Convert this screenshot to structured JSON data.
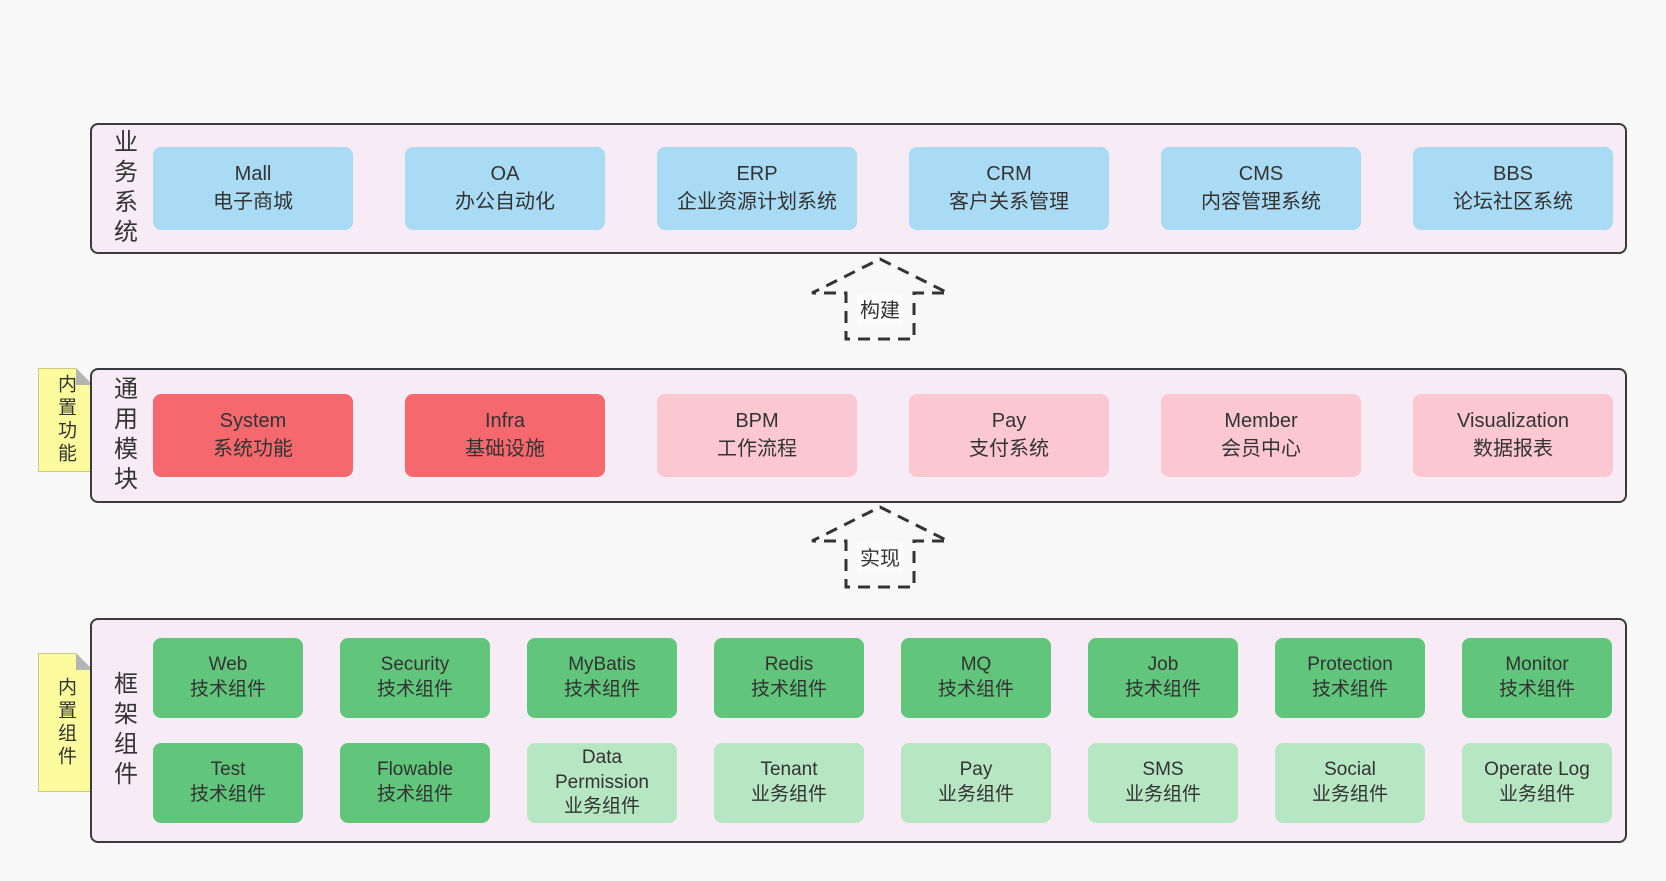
{
  "palette": {
    "page_bg": "#f8f8f8",
    "band_bg": "#f7ecf5",
    "band_border": "#3b3b3b",
    "blue_box": "#a9dbf5",
    "red_box": "#f5696e",
    "pink_box": "#fbc7d1",
    "green_box": "#61c57c",
    "light_green_box": "#b7e6c3",
    "sticky_yellow": "#fbfb9e",
    "sticky_fold": "#b4b4b4",
    "text": "#333333"
  },
  "bands": {
    "business": {
      "label": "业务系统",
      "boxes": [
        {
          "title": "Mall",
          "subtitle": "电子商城"
        },
        {
          "title": "OA",
          "subtitle": "办公自动化"
        },
        {
          "title": "ERP",
          "subtitle": "企业资源计划系统"
        },
        {
          "title": "CRM",
          "subtitle": "客户关系管理"
        },
        {
          "title": "CMS",
          "subtitle": "内容管理系统"
        },
        {
          "title": "BBS",
          "subtitle": "论坛社区系统"
        }
      ]
    },
    "modules": {
      "label": "通用模块",
      "sticky": "内置功能",
      "boxes": [
        {
          "title": "System",
          "subtitle": "系统功能"
        },
        {
          "title": "Infra",
          "subtitle": "基础设施"
        },
        {
          "title": "BPM",
          "subtitle": "工作流程"
        },
        {
          "title": "Pay",
          "subtitle": "支付系统"
        },
        {
          "title": "Member",
          "subtitle": "会员中心"
        },
        {
          "title": "Visualization",
          "subtitle": "数据报表"
        }
      ]
    },
    "framework": {
      "label": "框架组件",
      "sticky": "内置组件",
      "row1": [
        {
          "title": "Web",
          "subtitle": "技术组件"
        },
        {
          "title": "Security",
          "subtitle": "技术组件"
        },
        {
          "title": "MyBatis",
          "subtitle": "技术组件"
        },
        {
          "title": "Redis",
          "subtitle": "技术组件"
        },
        {
          "title": "MQ",
          "subtitle": "技术组件"
        },
        {
          "title": "Job",
          "subtitle": "技术组件"
        },
        {
          "title": "Protection",
          "subtitle": "技术组件"
        },
        {
          "title": "Monitor",
          "subtitle": "技术组件"
        }
      ],
      "row2": [
        {
          "title": "Test",
          "subtitle": "技术组件"
        },
        {
          "title": "Flowable",
          "subtitle": "技术组件"
        },
        {
          "title": "Data Permission",
          "subtitle": "业务组件"
        },
        {
          "title": "Tenant",
          "subtitle": "业务组件"
        },
        {
          "title": "Pay",
          "subtitle": "业务组件"
        },
        {
          "title": "SMS",
          "subtitle": "业务组件"
        },
        {
          "title": "Social",
          "subtitle": "业务组件"
        },
        {
          "title": "Operate Log",
          "subtitle": "业务组件"
        }
      ]
    }
  },
  "arrows": {
    "build": "构建",
    "implement": "实现"
  }
}
